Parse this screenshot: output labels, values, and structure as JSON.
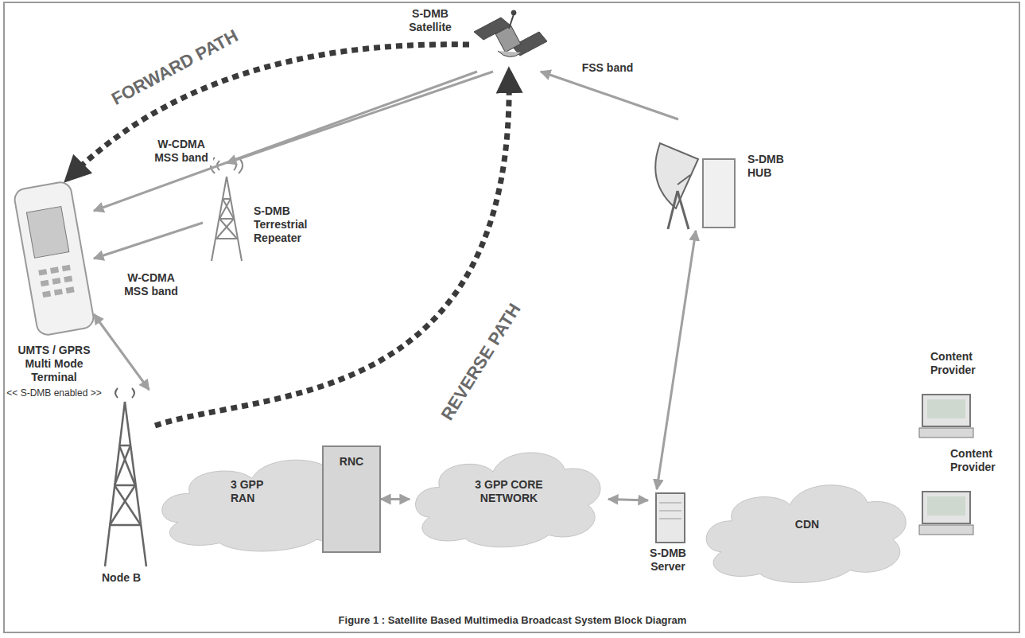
{
  "diagram": {
    "caption": "Figure 1 : Satellite Based Multimedia Broadcast System Block Diagram",
    "nodes": [
      {
        "text": [
          "S-DMB Satellite"
        ]
      },
      {
        "text": [
          "UMTS / GPRS Multi Mode Terminal",
          "<< S-DMB enabled >>"
        ]
      },
      {
        "text": [
          "S-DMB Terrestrial Repeater"
        ]
      },
      {
        "text": [
          "Node B"
        ]
      },
      {
        "text": [
          "3 GPP RAN"
        ]
      },
      {
        "text": [
          "RNC"
        ],
        "in": 4
      },
      {
        "text": [
          "3 GPP CORE NETWORK"
        ]
      },
      {
        "text": [
          "S-DMB Server"
        ]
      },
      {
        "text": [
          "CDN"
        ]
      },
      {
        "text": [
          "Content Provider"
        ]
      },
      {
        "text": [
          "Content Provider"
        ]
      },
      {
        "text": [
          "S-DMB HUB"
        ]
      }
    ],
    "edges": [
      {
        "from": 0,
        "to": 1,
        "arrow": "to",
        "label": "W-CDMA MSS band"
      },
      {
        "from": 0,
        "to": 2,
        "arrow": "to"
      },
      {
        "from": 2,
        "to": 1,
        "arrow": "to",
        "label": "W-CDMA MSS band"
      },
      {
        "from": 11,
        "to": 0,
        "arrow": "to",
        "label": "FSS band"
      },
      {
        "from": 1,
        "to": 3,
        "arrow": "both"
      },
      {
        "from": 5,
        "to": 6,
        "arrow": "both"
      },
      {
        "from": 6,
        "to": 7,
        "arrow": "both"
      },
      {
        "from": 11,
        "to": 7,
        "arrow": "both"
      },
      {
        "from": 0,
        "to": 1,
        "arrow": "to",
        "label": "FORWARD PATH"
      },
      {
        "from": 3,
        "to": 0,
        "arrow": "to",
        "label": "REVERSE PATH"
      }
    ]
  }
}
